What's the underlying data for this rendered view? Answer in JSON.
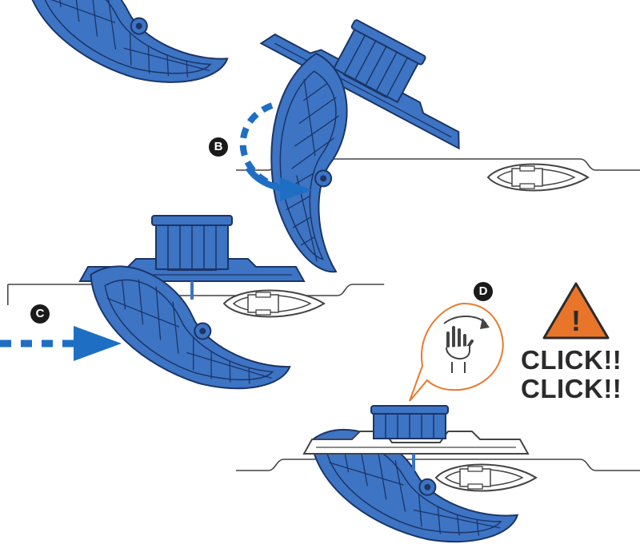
{
  "steps": {
    "b": "B",
    "c": "C",
    "d": "D"
  },
  "warning": {
    "symbol": "!",
    "line1": "CLICK!!",
    "line2": "CLICK!!"
  },
  "colors": {
    "part_blue": "#3d74c4",
    "part_dark": "#1c3566",
    "arrow_blue": "#1e6fc4",
    "warning_orange": "#e8752a",
    "bubble_orange": "#e87a2d",
    "outline": "#444444"
  },
  "icons": [
    "hand-turning-icon",
    "rotation-arrow-icon",
    "warning-triangle-icon"
  ]
}
